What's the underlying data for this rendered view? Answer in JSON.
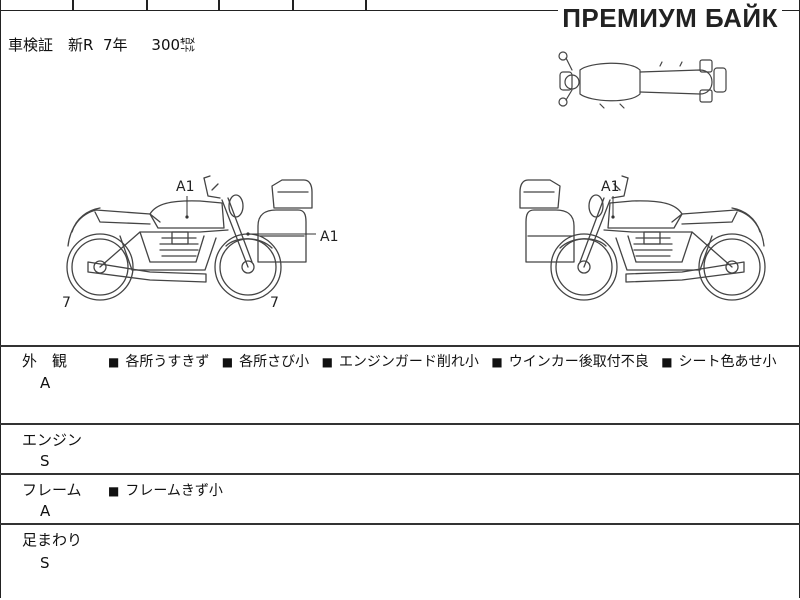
{
  "watermark": "ПРЕМИУМ БАЙК",
  "inspection": {
    "label": "車検証",
    "status": "新R",
    "years": "7年",
    "mileage": "300㌖"
  },
  "diagram": {
    "left_bike": {
      "damage_tank": "A1",
      "damage_bag": "A1",
      "front_wheel": "7",
      "rear_wheel": "7"
    },
    "right_bike": {
      "damage_tank": "A1"
    }
  },
  "rows": [
    {
      "label": "外　観",
      "grade": "A",
      "notes": [
        "各所うすきず",
        "各所さび小",
        "エンジンガード削れ小",
        "ウインカー後取付不良",
        "シート色あせ小"
      ]
    },
    {
      "label": "エンジン",
      "grade": "S",
      "notes": []
    },
    {
      "label": "フレーム",
      "grade": "A",
      "notes": [
        "フレームきず小"
      ]
    },
    {
      "label": "足まわり",
      "grade": "S",
      "notes": []
    }
  ],
  "bullet_glyph": "■"
}
